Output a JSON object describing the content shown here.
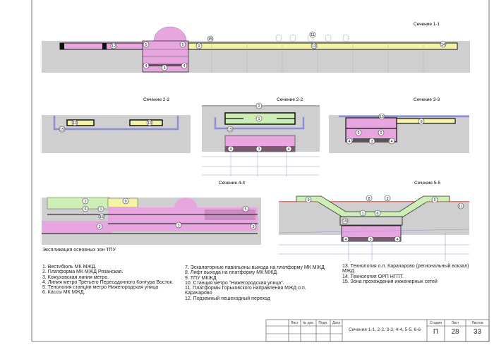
{
  "sections": {
    "s11": {
      "title": "Сечение 1-1",
      "callouts": [
        "12",
        "5",
        "5",
        "9",
        "15",
        "11",
        "13",
        "14",
        "4",
        "4",
        "3"
      ]
    },
    "s22a": {
      "title": "Сечение 2-2",
      "callouts": [
        "13",
        "13",
        "15"
      ]
    },
    "s22b": {
      "title": "Сечение 2-2",
      "callouts": [
        "2",
        "1",
        "15",
        "4",
        "3",
        "4"
      ]
    },
    "s33": {
      "title": "Сечение 3-3",
      "callouts": [
        "15",
        "9",
        "5",
        "5",
        "4",
        "3",
        "4"
      ]
    },
    "s44": {
      "title": "Сечение 4-4",
      "callouts": [
        "2",
        "6",
        "1",
        "9",
        "15",
        "3",
        "3",
        "5",
        "3"
      ]
    },
    "s55": {
      "title": "Сечение 5-5",
      "callouts": [
        "9",
        "8",
        "2",
        "9",
        "11",
        "1",
        "6",
        "15",
        "4",
        "3",
        "4"
      ]
    }
  },
  "legend": {
    "heading": "Экспликация основных зон ТПУ",
    "col1": [
      "1. Вестибюль МК МЖД.",
      "2. Платформа МК МЖД Рязанская.",
      "3. Кожуховская линия метро.",
      "4. Линия метро Третьего Пересадочного Контура Восток.",
      "5. Тенология станции метро Нижегородская улица",
      "6. Кассы МК МЖД."
    ],
    "col2": [
      "7. Эскалаторные павильоны выхода на платформу МК МЖД.",
      "8. Лифт выхода на платформу МК МЖД.",
      "9. ТПУ МКЖД",
      "10. Станция метро \"Нижегородская улица\".",
      "11. Платформы Горьковского направления МЖД о.п. Карачарово",
      "12. Подземный пешеходный переход"
    ],
    "col3": [
      "13. Технология о.п. Карачарово (региональный вокзал) МЖД.",
      "14. Технология ОРП НГПТ.",
      "15. Зона прохождения инженерных сетей"
    ]
  },
  "title_block": {
    "headers": [
      "Лист",
      "№ док.",
      "Подп.",
      "Дата"
    ],
    "title": "Сечения 1-1, 2-2, 3-3, 4-4, 5-5, 6-6",
    "stage_label": "Стадия",
    "stage": "П",
    "sheet_label": "Лист",
    "sheet": "28",
    "sheets_label": "Листов",
    "sheets": "33"
  },
  "colors": {
    "ground": "#cfcfcf",
    "pink": "#e8a6e0",
    "yellow": "#f6f3a6",
    "green": "#cdeeb4",
    "blue": "#8c8fd6",
    "red": "#d22"
  }
}
